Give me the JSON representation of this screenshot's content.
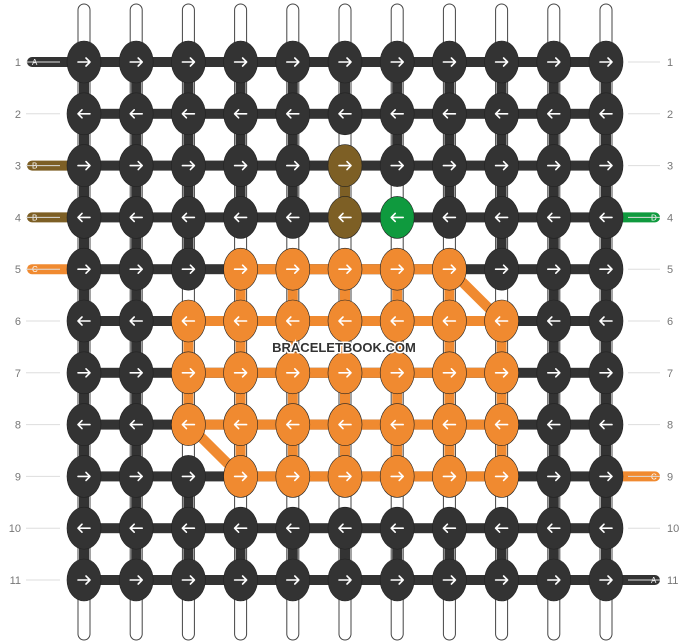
{
  "watermark": "BRACELETBOOK.COM",
  "colors": {
    "A": "#333333",
    "B": "#7d5f25",
    "C": "#f08a30",
    "D": "#0f9a3e"
  },
  "left_strands": [
    {
      "row": 1,
      "letter": "A"
    },
    {
      "row": 3,
      "letter": "B"
    },
    {
      "row": 4,
      "letter": "B"
    },
    {
      "row": 5,
      "letter": "C"
    }
  ],
  "right_strands": [
    {
      "row": 4,
      "letter": "D"
    },
    {
      "row": 9,
      "letter": "C"
    },
    {
      "row": 11,
      "letter": "A"
    }
  ],
  "rows": [
    {
      "label": "1",
      "direction": "right",
      "knots": [
        "A",
        "A",
        "A",
        "A",
        "A",
        "A",
        "A",
        "A",
        "A",
        "A",
        "A"
      ]
    },
    {
      "label": "2",
      "direction": "left",
      "knots": [
        "A",
        "A",
        "A",
        "A",
        "A",
        "A",
        "A",
        "A",
        "A",
        "A",
        "A"
      ]
    },
    {
      "label": "3",
      "direction": "right",
      "knots": [
        "A",
        "A",
        "A",
        "A",
        "A",
        "B",
        "A",
        "A",
        "A",
        "A",
        "A"
      ]
    },
    {
      "label": "4",
      "direction": "left",
      "knots": [
        "A",
        "A",
        "A",
        "A",
        "A",
        "B",
        "D",
        "A",
        "A",
        "A",
        "A"
      ]
    },
    {
      "label": "5",
      "direction": "right",
      "knots": [
        "A",
        "A",
        "A",
        "C",
        "C",
        "C",
        "C",
        "C",
        "A",
        "A",
        "A"
      ]
    },
    {
      "label": "6",
      "direction": "left",
      "knots": [
        "A",
        "A",
        "C",
        "C",
        "C",
        "C",
        "C",
        "C",
        "C",
        "A",
        "A"
      ]
    },
    {
      "label": "7",
      "direction": "right",
      "knots": [
        "A",
        "A",
        "C",
        "C",
        "C",
        "C",
        "C",
        "C",
        "C",
        "A",
        "A"
      ]
    },
    {
      "label": "8",
      "direction": "left",
      "knots": [
        "A",
        "A",
        "C",
        "C",
        "C",
        "C",
        "C",
        "C",
        "C",
        "A",
        "A"
      ]
    },
    {
      "label": "9",
      "direction": "right",
      "knots": [
        "A",
        "A",
        "A",
        "C",
        "C",
        "C",
        "C",
        "C",
        "C",
        "A",
        "A"
      ]
    },
    {
      "label": "10",
      "direction": "left",
      "knots": [
        "A",
        "A",
        "A",
        "A",
        "A",
        "A",
        "A",
        "A",
        "A",
        "A",
        "A"
      ]
    },
    {
      "label": "11",
      "direction": "right",
      "knots": [
        "A",
        "A",
        "A",
        "A",
        "A",
        "A",
        "A",
        "A",
        "A",
        "A",
        "A"
      ]
    }
  ]
}
